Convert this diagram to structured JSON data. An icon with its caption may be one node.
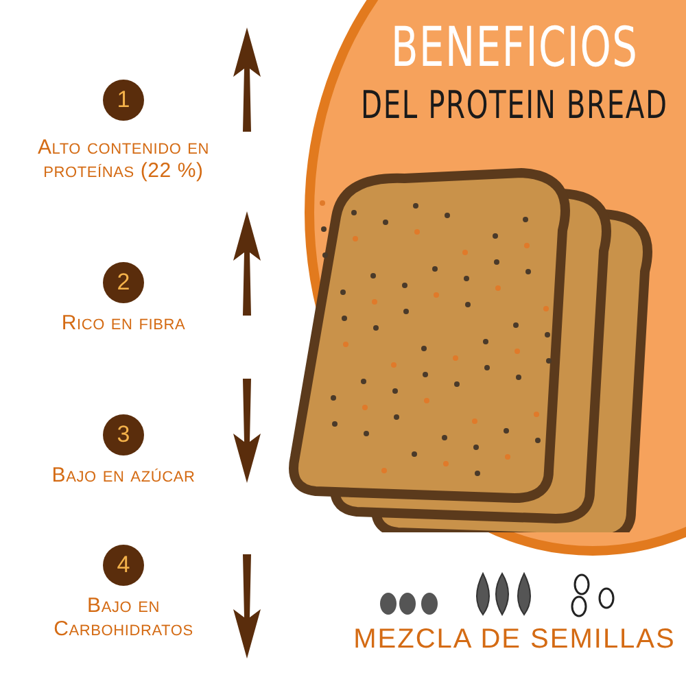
{
  "diagram": {
    "nodes": [
      {
        "text": [
          "BENEFICIOS",
          "DEL PROTEIN BREAD"
        ]
      },
      {
        "text": [
          "1"
        ],
        "beside": [
          "Alto contenido en proteínas (22 %)"
        ]
      },
      {
        "text": [
          "2"
        ],
        "beside": [
          "Rico en fibra"
        ]
      },
      {
        "text": [
          "3"
        ],
        "beside": [
          "Bajo en azúcar"
        ]
      },
      {
        "text": [
          "4"
        ],
        "beside": [
          "Bajo en Carbohidratos"
        ]
      }
    ],
    "labels": [
      "MEZCLA DE SEMILLAS"
    ]
  }
}
